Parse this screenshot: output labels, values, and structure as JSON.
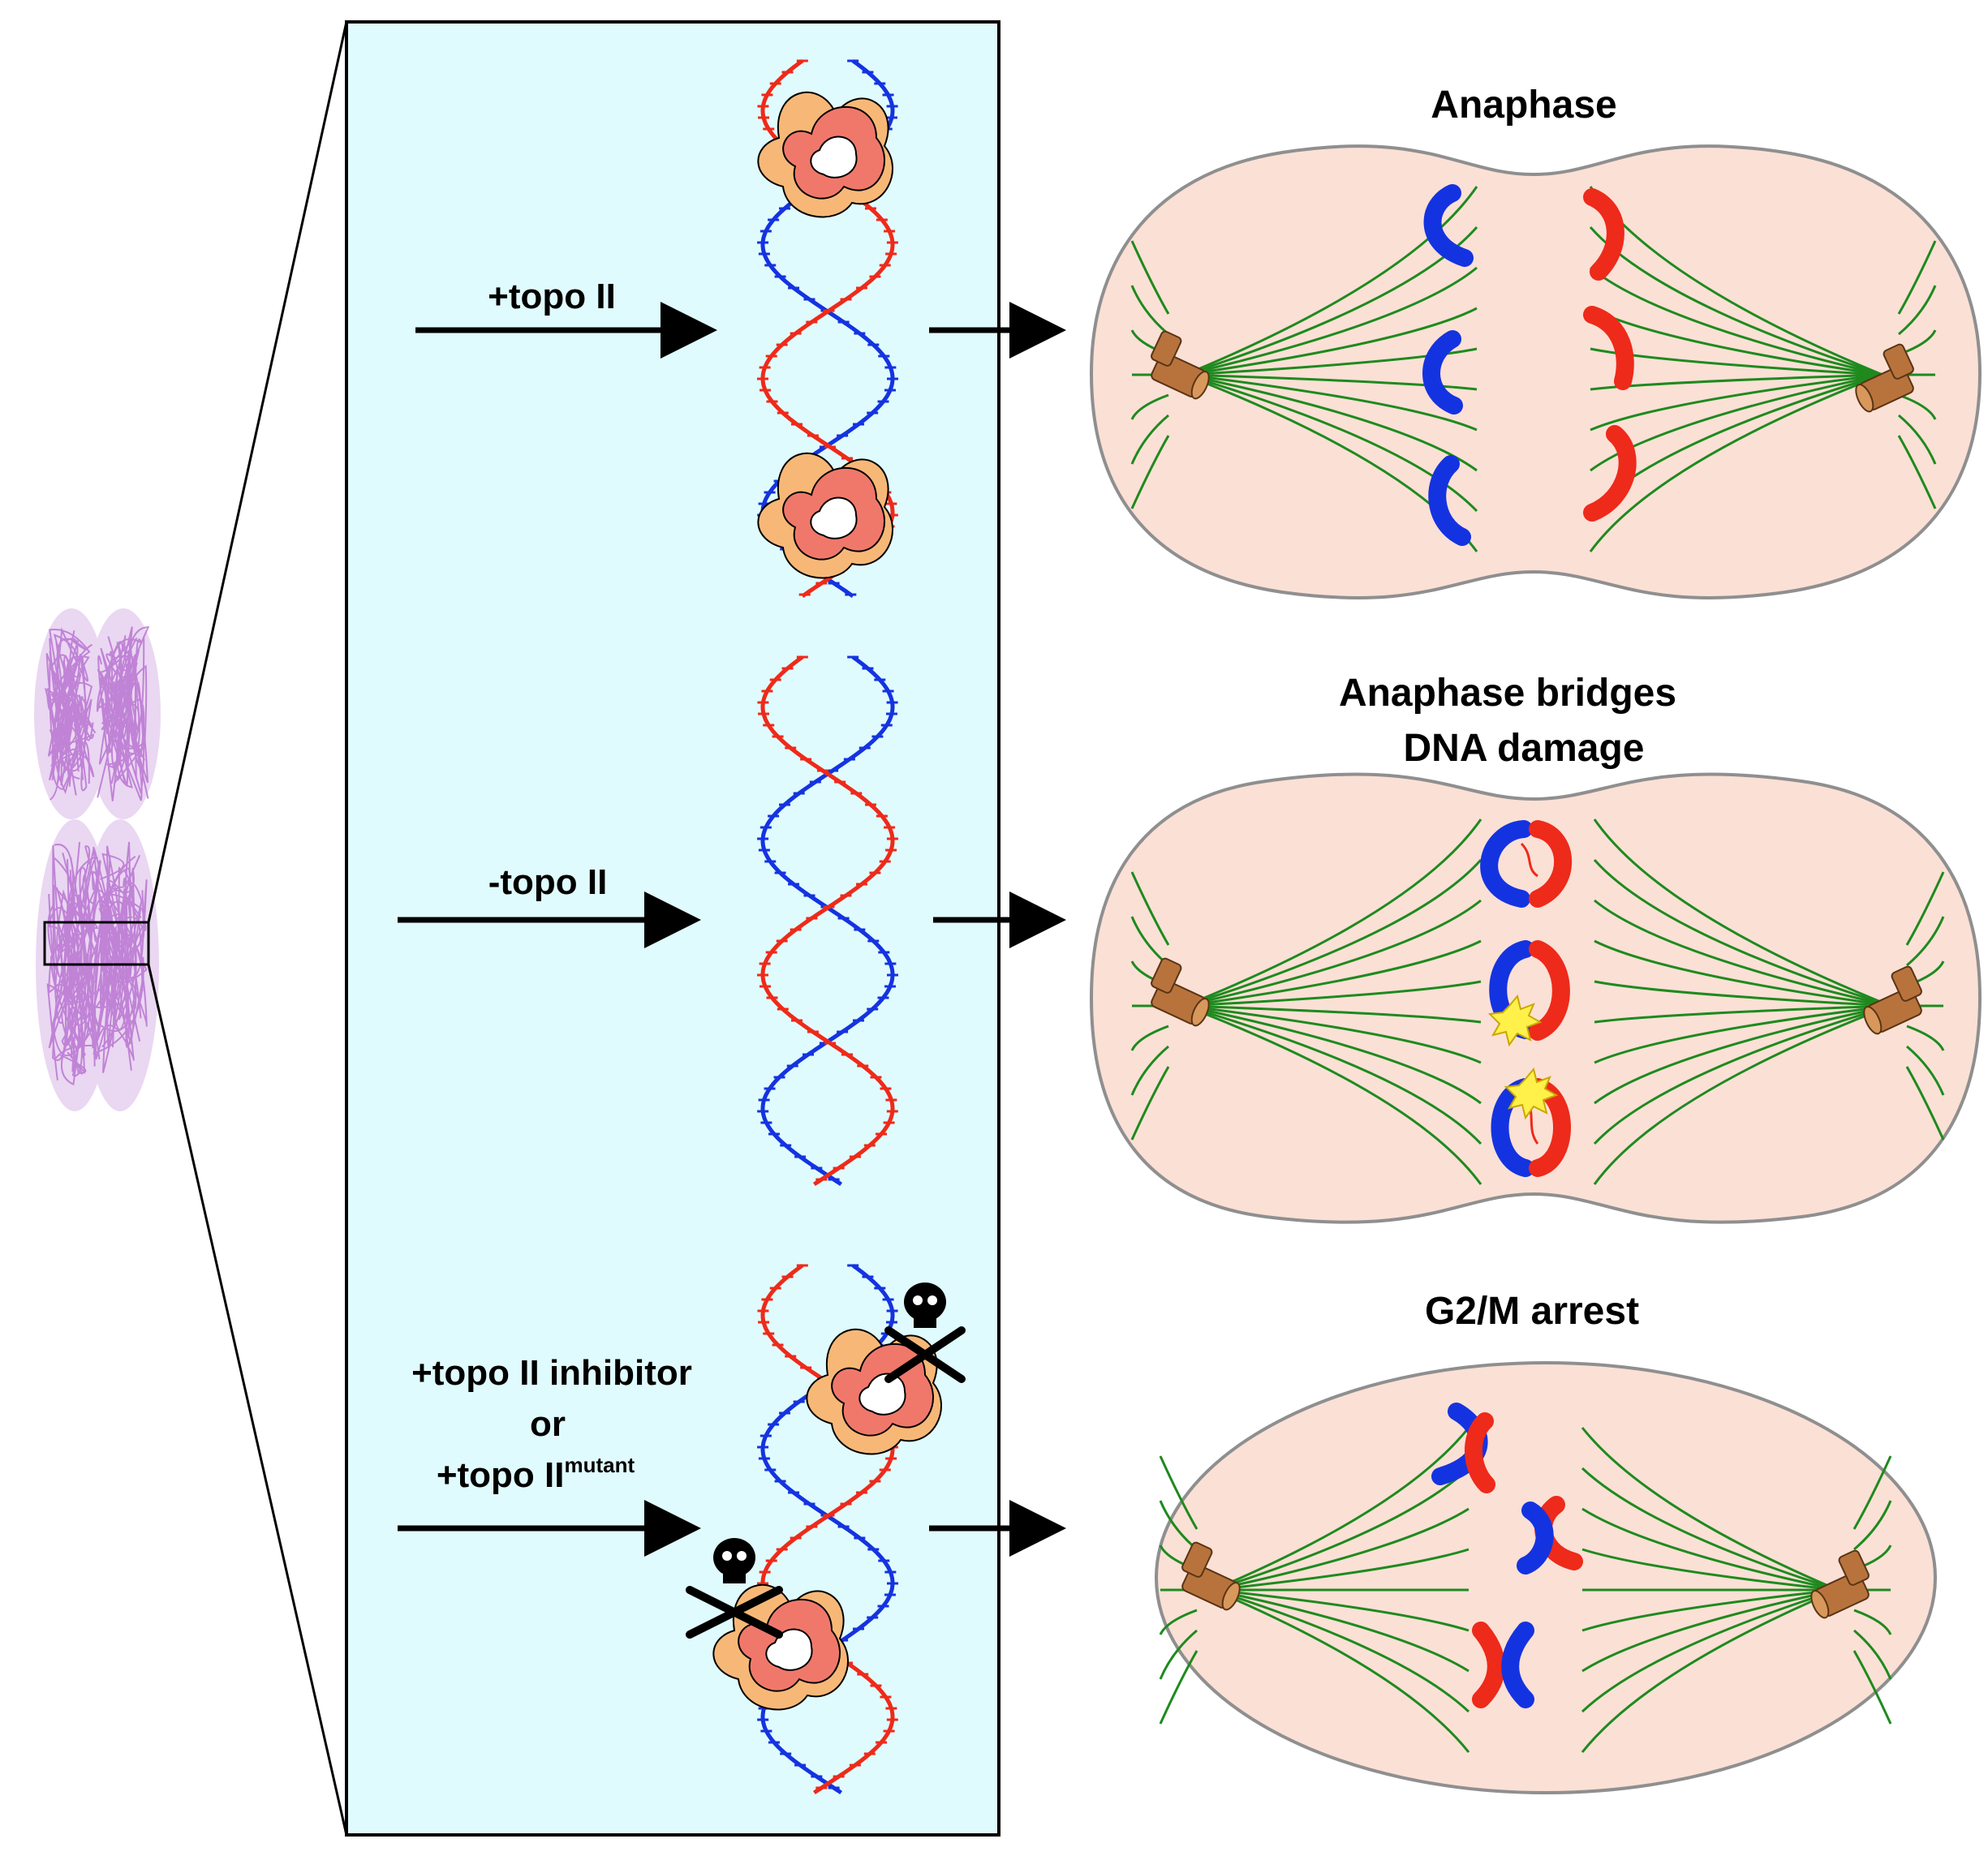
{
  "conditions": {
    "plus_topo": {
      "label": "+topo II"
    },
    "minus_topo": {
      "label": "-topo II"
    },
    "inhibitor": {
      "line1": "+topo II inhibitor",
      "line2": "or",
      "line3_main": "+topo II",
      "line3_sup": "mutant"
    }
  },
  "outcomes": {
    "anaphase": {
      "title": "Anaphase"
    },
    "bridges": {
      "title_line1": "Anaphase bridges",
      "title_line2": "DNA damage"
    },
    "arrest": {
      "title": "G2/M arrest"
    }
  },
  "colors": {
    "panel_bg": "#e0fbfd",
    "cell_fill": "#fbe0d6",
    "cell_stroke": "#8f8f8f",
    "spindle": "#1e8a1e",
    "strand_blue": "#1433e0",
    "strand_red": "#ee2a1a",
    "centriole": "#b8733d",
    "chromosome": "#c58ad6",
    "enzyme_orange": "#f7b877",
    "enzyme_red": "#f0786b",
    "damage": "#fff04a"
  },
  "icons": {
    "topo_enzyme": "topo-ii-enzyme-icon",
    "skull": "skull-crossbones-icon",
    "damage": "dna-damage-star-icon",
    "centriole": "centriole-icon"
  }
}
